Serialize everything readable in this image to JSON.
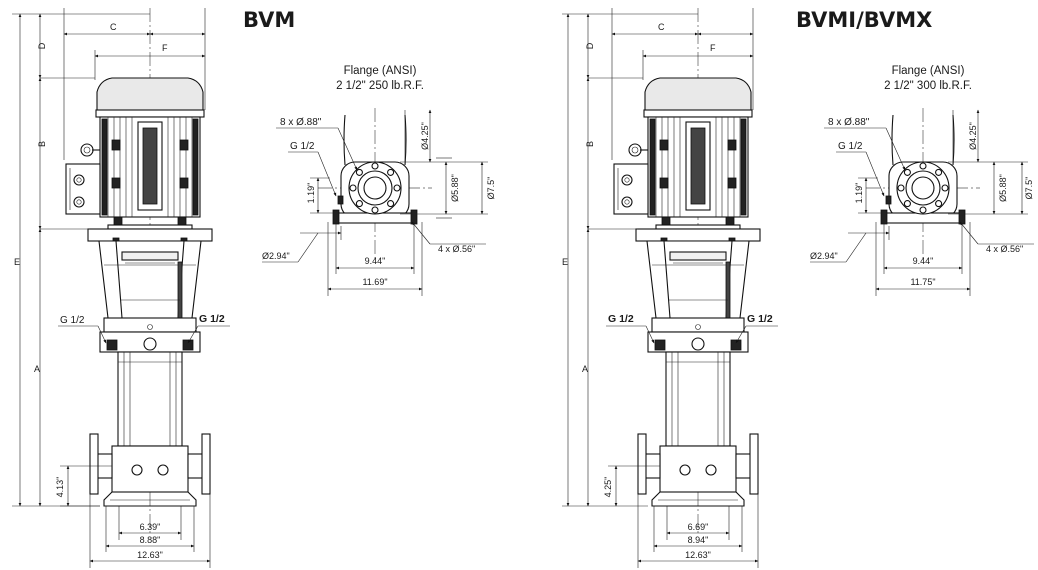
{
  "left": {
    "title": "BVM",
    "dims": {
      "A": "A",
      "B": "B",
      "C": "C",
      "D": "D",
      "E": "E",
      "F": "F"
    },
    "pump": {
      "g12_left": "G 1/2",
      "g12_right": "G 1/2",
      "h_base": "4.13\"",
      "w_inner": "6.39\"",
      "w_mid": "8.88\"",
      "w_outer": "12.63\""
    },
    "flange": {
      "title1": "Flange (ANSI)",
      "title2": "2 1/2\" 250 lb.R.F.",
      "bolts": "8 x Ø.88\"",
      "g12": "G 1/2",
      "h119": "1.19\"",
      "d425": "Ø4.25\"",
      "d588": "Ø5.88\"",
      "d75": "Ø7.5\"",
      "d294": "Ø2.94\"",
      "holes": "4 x Ø.56\"",
      "w_in": "9.44\"",
      "w_out": "11.69\""
    }
  },
  "right": {
    "title": "BVMI/BVMX",
    "dims": {
      "A": "A",
      "B": "B",
      "C": "C",
      "D": "D",
      "E": "E",
      "F": "F"
    },
    "pump": {
      "g12_left": "G 1/2",
      "g12_right": "G 1/2",
      "h_base": "4.25\"",
      "w_inner": "6.69\"",
      "w_mid": "8.94\"",
      "w_outer": "12.63\""
    },
    "flange": {
      "title1": "Flange (ANSI)",
      "title2": "2 1/2\" 300 lb.R.F.",
      "bolts": "8 x Ø.88\"",
      "g12": "G 1/2",
      "h119": "1.19\"",
      "d425": "Ø4.25\"",
      "d588": "Ø5.88\"",
      "d75": "Ø7.5\"",
      "d294": "Ø2.94\"",
      "holes": "4 x Ø.56\"",
      "w_in": "9.44\"",
      "w_out": "11.75\""
    }
  }
}
